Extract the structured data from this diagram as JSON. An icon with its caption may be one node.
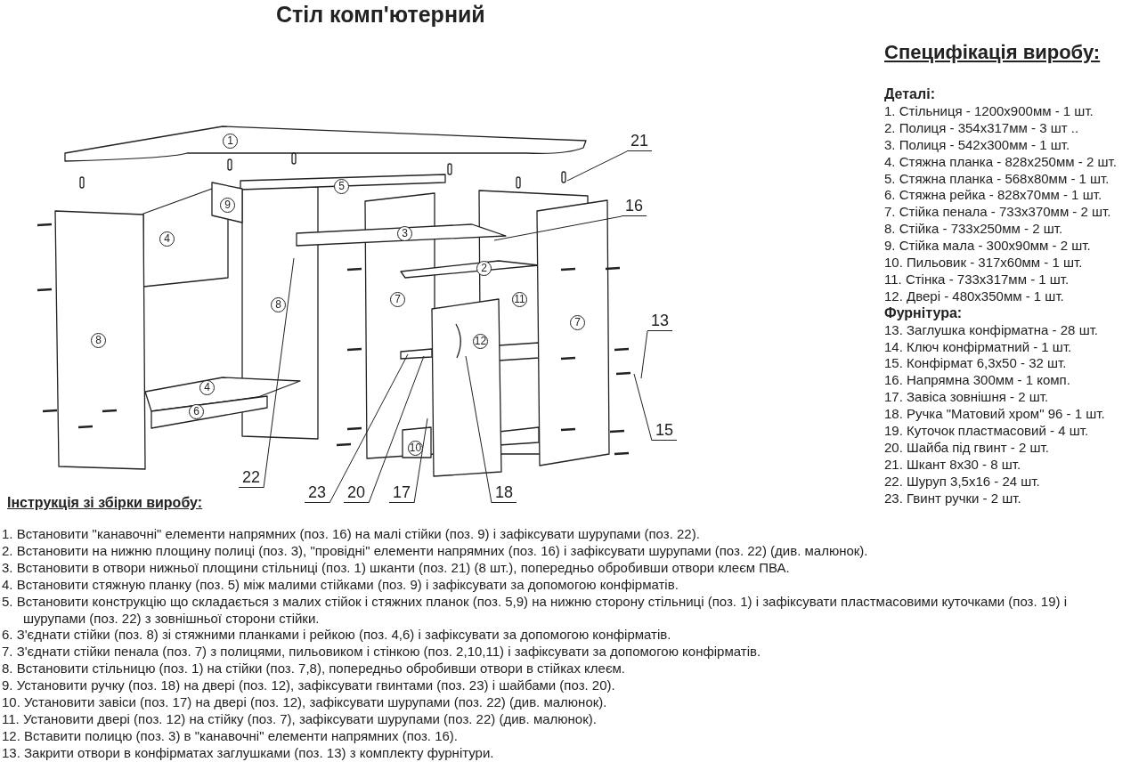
{
  "diagram": {
    "title": "Стіл комп'ютерний",
    "nodes": [
      {
        "text": [
          "21"
        ]
      },
      {
        "text": [
          "16"
        ]
      },
      {
        "text": [
          "13"
        ]
      },
      {
        "text": [
          "15"
        ]
      },
      {
        "text": [
          "22"
        ]
      },
      {
        "text": [
          "23"
        ]
      },
      {
        "text": [
          "20"
        ]
      },
      {
        "text": [
          "17"
        ]
      },
      {
        "text": [
          "18"
        ]
      }
    ],
    "edges": [
      {
        "from": 0,
        "to": null,
        "arrow": "none"
      },
      {
        "from": 1,
        "to": null,
        "arrow": "none"
      },
      {
        "from": 2,
        "to": null,
        "arrow": "none"
      },
      {
        "from": 3,
        "to": null,
        "arrow": "none"
      },
      {
        "from": 4,
        "to": null,
        "arrow": "none"
      },
      {
        "from": 5,
        "to": null,
        "arrow": "none"
      },
      {
        "from": 6,
        "to": null,
        "arrow": "none"
      },
      {
        "from": 7,
        "to": null,
        "arrow": "none"
      },
      {
        "from": 8,
        "to": null,
        "arrow": "none"
      }
    ],
    "labels": [
      "1",
      "5",
      "9",
      "4",
      "3",
      "2",
      "7",
      "11",
      "8",
      "7",
      "8",
      "12",
      "4",
      "6",
      "10",
      "Специфікація виробу:",
      "Деталі:",
      "1. Стільниця - 1200x900мм - 1 шт.",
      "2. Полиця - 354x317мм - 3 шт ..",
      "3. Полиця - 542x300мм - 1 шт.",
      "4. Стяжна планка - 828x250мм - 2 шт.",
      "5. Стяжна планка - 568x80мм - 1 шт.",
      "6. Стяжна рейка - 828x70мм - 1 шт.",
      "7. Стійка пенала - 733x370мм - 2 шт.",
      "8. Стійка - 733x250мм - 2 шт.",
      "9. Стійка мала - 300x90мм - 2 шт.",
      "10. Пильовик - 317x60мм - 1 шт.",
      "11. Стінка - 733x317мм - 1 шт.",
      "12. Двері - 480x350мм - 1 шт.",
      "Фурнітура:",
      "13. Заглушка конфірматна - 28 шт.",
      "14. Ключ конфірматний - 1 шт.",
      "15. Конфірмат 6,3x50 - 32 шт.",
      "16. Напрямна 300мм - 1 комп.",
      "17. Завіса зовнішня - 2 шт.",
      "18. Ручка \"Матовий хром\" 96 - 1 шт.",
      "19. Куточок пластмасовий - 4 шт.",
      "20. Шайба під гвинт - 2 шт.",
      "21. Шкант 8x30 - 8 шт.",
      "22. Шуруп 3,5x16 - 24 шт.",
      "23. Гвинт ручки - 2 шт.",
      "Інструкція зі збірки виробу:",
      "1. Встановити \"канавочні\" елементи напрямних (поз. 16) на малі стійки (поз. 9) і зафіксувати шурупами (поз. 22).",
      "2. Встановити на нижню площину полиці (поз. 3), \"провідні\" елементи напрямних (поз. 16) і зафіксувати шурупами (поз. 22) (див. малюнок).",
      "3. Встановити в отвори нижньої площини стільниці (поз. 1) шканти (поз. 21) (8 шт.), попередньо обробивши отвори клеєм ПВА.",
      "4. Встановити стяжную планку (поз. 5) між малими стійками (поз. 9) і зафіксувати за допомогою конфірматів.",
      "5. Встановити конструкцію що складається з малих стійок і стяжних планок (поз. 5,9) на нижню сторону стільниці (поз. 1) і зафіксувати пластмасовими куточками (поз. 19) і шурупами (поз. 22) з зовнішньої сторони стійки.",
      "6. З'єднати стійки (поз. 8) зі стяжними планками і рейкою (поз. 4,6) і зафіксувати за допомогою конфірматів.",
      "7. З'єднати стійки пенала (поз. 7) з полицями, пильовиком і стінкою (поз. 2,10,11) і зафіксувати за допомогою конфірматів.",
      "8. Встановити стільницю (поз. 1) на стійки (поз. 7,8), попередньо обробивши отвори в стійках клеєм.",
      "9. Установити ручку (поз. 18) на двері (поз. 12), зафіксувати гвинтами (поз. 23) і шайбами (поз. 20).",
      "10. Установити завіси (поз. 17) на двері (поз. 12), зафіксувати шурупами (поз. 22) (див. малюнок).",
      "11. Установити двері (поз. 12) на стійку (поз. 7), зафіксувати шурупами (поз. 22) (див. малюнок).",
      "12. Вставити полицю (поз. 3) в \"канавочні\" елементи напрямних (поз. 16).",
      "13. Закрити отвори в конфірматах заглушками (поз. 13) з комплекту фурнітури."
    ]
  }
}
